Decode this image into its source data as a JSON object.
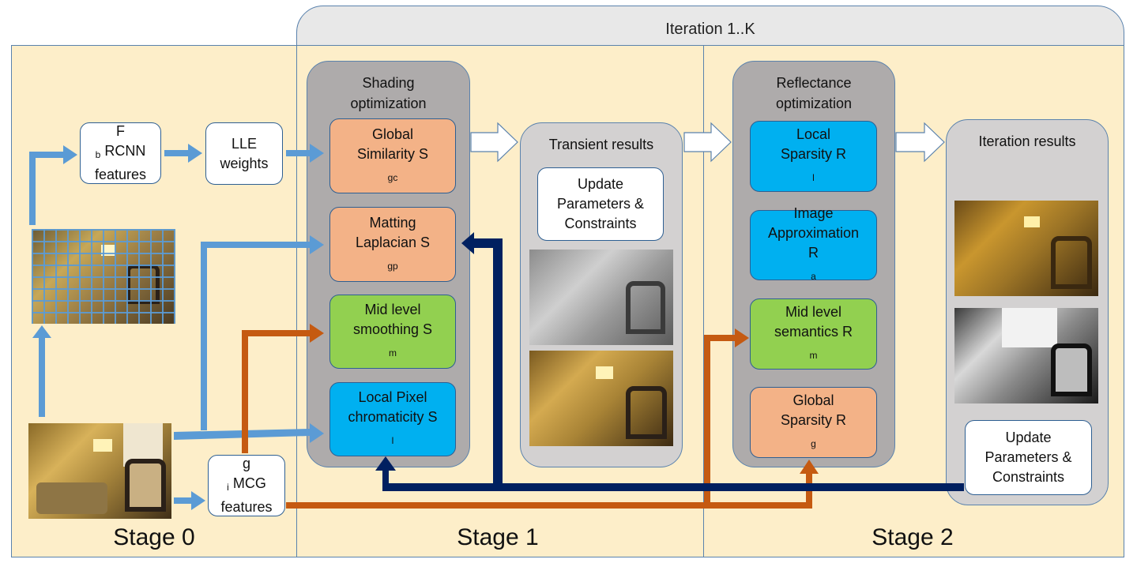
{
  "iteration_label": "Iteration 1..K",
  "stages": {
    "stage0": "Stage 0",
    "stage1": "Stage 1",
    "stage2": "Stage 2"
  },
  "stage0": {
    "fb_box": {
      "main": "F",
      "sub": "b",
      "rest": " RCNN",
      "line2": "features"
    },
    "lle_box": {
      "line1": "LLE",
      "line2": "weights"
    },
    "gi_box": {
      "main": "g",
      "sub": "i",
      "rest": " MCG",
      "line2": "features"
    }
  },
  "shading": {
    "title_line1": "Shading",
    "title_line2": "optimization",
    "global": {
      "line1": "Global",
      "line2": "Similarity  S",
      "sub": "gc"
    },
    "matting": {
      "line1": "Matting",
      "line2": "Laplacian S",
      "sub": "gp"
    },
    "midlevel": {
      "line1": "Mid level",
      "line2": "smoothing S",
      "sub": "m"
    },
    "localpixel": {
      "line1": "Local Pixel",
      "line2": "chromaticity S",
      "sub": "l"
    }
  },
  "transient": {
    "title": "Transient results",
    "update": {
      "line1": "Update",
      "line2": "Parameters &",
      "line3": "Constraints"
    }
  },
  "reflectance": {
    "title_line1": "Reflectance",
    "title_line2": "optimization",
    "local": {
      "line1": "Local",
      "line2": "Sparsity R",
      "sub": "l"
    },
    "image": {
      "line1": "Image",
      "line2": "Approximation",
      "line3": "R",
      "sub": "a"
    },
    "midlevel": {
      "line1": "Mid level",
      "line2": "semantics R",
      "sub": "m"
    },
    "global": {
      "line1": "Global",
      "line2": "Sparsity R",
      "sub": "g"
    }
  },
  "iteration_results": {
    "title": "Iteration results",
    "update": {
      "line1": "Update",
      "line2": "Parameters &",
      "line3": "Constraints"
    }
  },
  "colors": {
    "stage_bg": "#fdeec9",
    "blue_arrow": "#5b9bd5",
    "orange_arrow": "#c55a11",
    "navy_arrow": "#002060",
    "orange_box": "#f3b287",
    "green_box": "#92d050",
    "blue_box": "#00b0f0"
  }
}
